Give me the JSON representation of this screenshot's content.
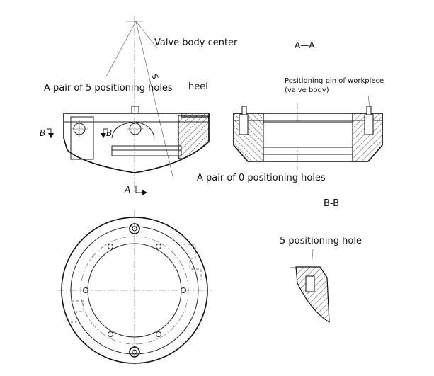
{
  "labels": {
    "valve_body_center": "Valve body center",
    "section_aa": "A—A",
    "pair_5_holes": "A pair of 5 positioning holes",
    "heel": "heel",
    "pin_line1": "Positioning pin of workpiece",
    "pin_line2": "(valve body)",
    "pair_0_holes": "A pair of 0 positioning holes",
    "section_bb": "B-B",
    "five_hole": "5 positioning hole",
    "mark_b_left": "B",
    "mark_b_right": "B",
    "mark_a": "A",
    "mark_s": "S"
  }
}
